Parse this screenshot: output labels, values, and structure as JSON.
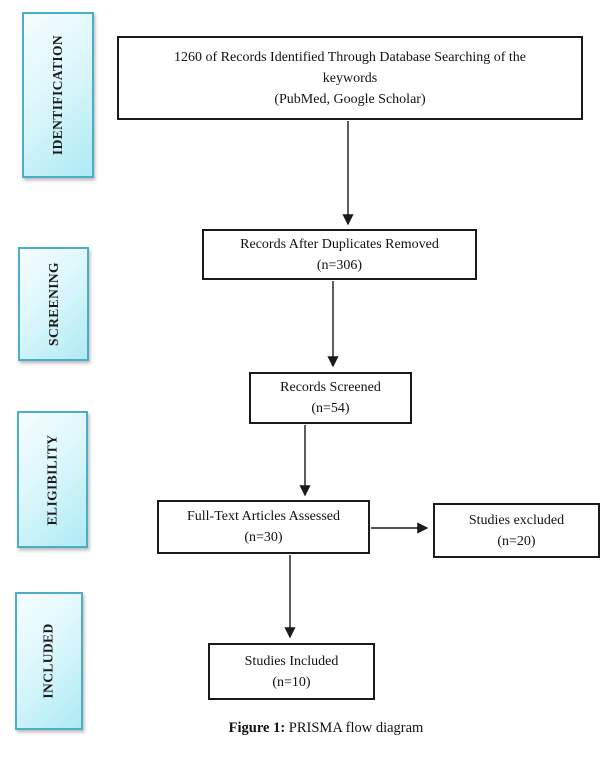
{
  "colors": {
    "stage_border": "#4badc7",
    "stage_fill_top": "#f6fdfe",
    "stage_fill_bottom": "#aeeaf4",
    "box_border": "#1a1a1a",
    "arrow": "#1a1a1a"
  },
  "stages": [
    {
      "label": "IDENTIFICATION"
    },
    {
      "label": "SCREENING"
    },
    {
      "label": "ELIGIBILITY"
    },
    {
      "label": "INCLUDED"
    }
  ],
  "boxes": {
    "identified": {
      "lines": [
        "1260 of Records Identified Through Database Searching of the",
        "keywords",
        "(PubMed, Google Scholar)"
      ]
    },
    "duplicates_removed": {
      "lines": [
        "Records After Duplicates Removed",
        "(n=306)"
      ]
    },
    "screened": {
      "lines": [
        "Records Screened",
        "(n=54)"
      ]
    },
    "fulltext_assessed": {
      "lines": [
        "Full-Text Articles Assessed",
        "(n=30)"
      ]
    },
    "excluded": {
      "lines": [
        "Studies excluded",
        "(n=20)"
      ]
    },
    "included": {
      "lines": [
        "Studies Included",
        "(n=10)"
      ]
    }
  },
  "caption": {
    "label": "Figure 1:",
    "text": "PRISMA flow diagram"
  }
}
